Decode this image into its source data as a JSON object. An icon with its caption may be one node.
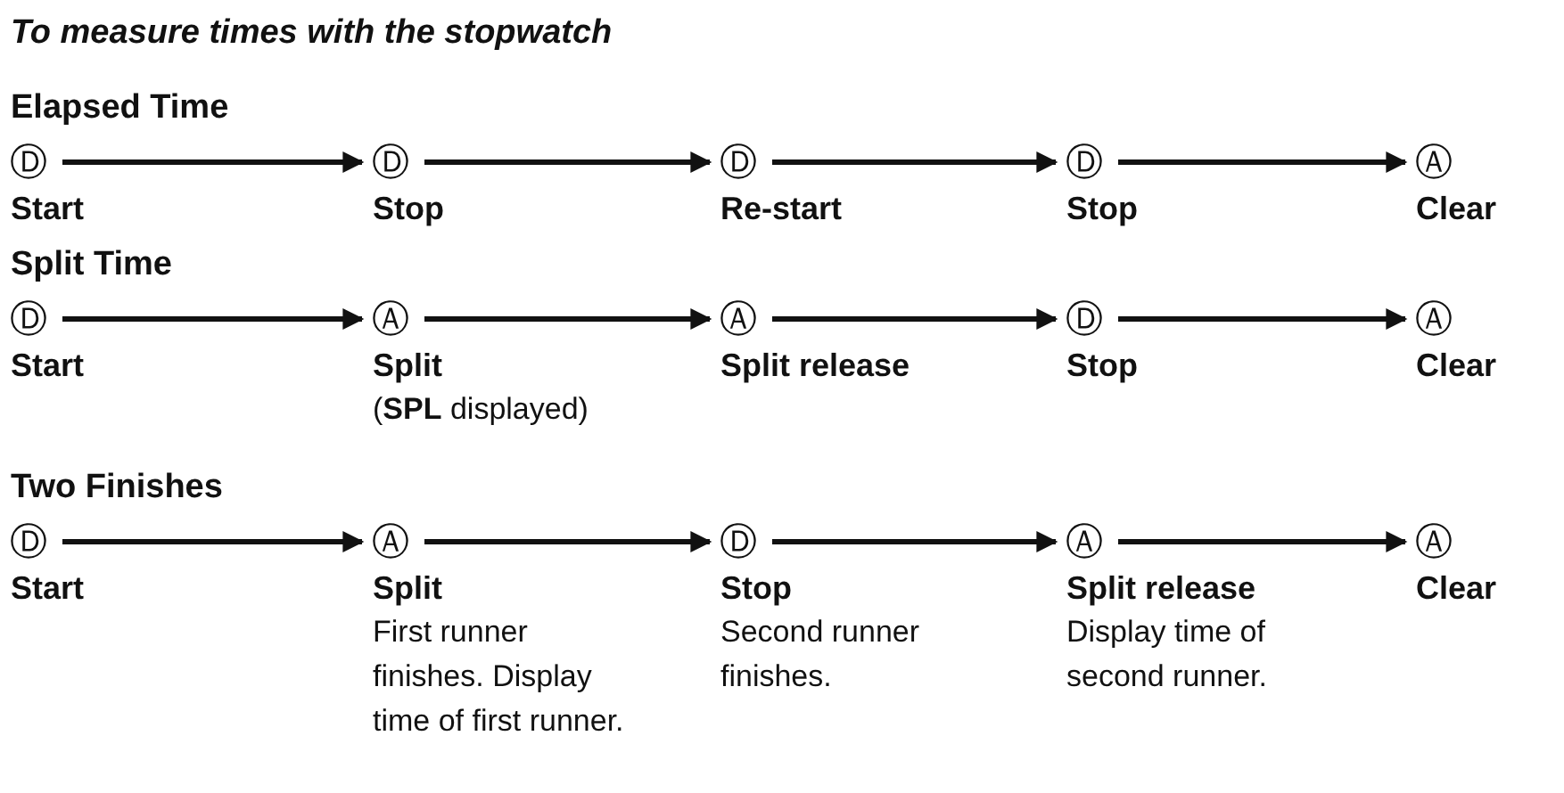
{
  "diagram": {
    "title": "To measure times with the stopwatch",
    "nodes": [
      {
        "text": [
          "Ⓓ"
        ],
        "beside": [
          "Start"
        ]
      },
      {
        "text": [
          "Ⓓ"
        ],
        "beside": [
          "Stop"
        ]
      },
      {
        "text": [
          "Ⓓ"
        ],
        "beside": [
          "Re-start"
        ]
      },
      {
        "text": [
          "Ⓓ"
        ],
        "beside": [
          "Stop"
        ]
      },
      {
        "text": [
          "Ⓐ"
        ],
        "beside": [
          "Clear"
        ]
      },
      {
        "text": [
          "Ⓓ"
        ],
        "beside": [
          "Start"
        ]
      },
      {
        "text": [
          "Ⓐ"
        ],
        "beside": [
          "Split",
          "(**SPL** displayed)"
        ]
      },
      {
        "text": [
          "Ⓐ"
        ],
        "beside": [
          "Split release"
        ]
      },
      {
        "text": [
          "Ⓓ"
        ],
        "beside": [
          "Stop"
        ]
      },
      {
        "text": [
          "Ⓐ"
        ],
        "beside": [
          "Clear"
        ]
      },
      {
        "text": [
          "Ⓓ"
        ],
        "beside": [
          "Start"
        ]
      },
      {
        "text": [
          "Ⓐ"
        ],
        "beside": [
          "Split",
          "First runner finishes. Display time of first runner."
        ]
      },
      {
        "text": [
          "Ⓓ"
        ],
        "beside": [
          "Stop",
          "Second runner finishes."
        ]
      },
      {
        "text": [
          "Ⓐ"
        ],
        "beside": [
          "Split release",
          "Display time of second runner."
        ]
      },
      {
        "text": [
          "Ⓐ"
        ],
        "beside": [
          "Clear"
        ]
      }
    ],
    "edges": [
      {
        "from": 0,
        "to": 1,
        "arrow": "to"
      },
      {
        "from": 1,
        "to": 2,
        "arrow": "to"
      },
      {
        "from": 2,
        "to": 3,
        "arrow": "to"
      },
      {
        "from": 3,
        "to": 4,
        "arrow": "to"
      },
      {
        "from": 5,
        "to": 6,
        "arrow": "to"
      },
      {
        "from": 6,
        "to": 7,
        "arrow": "to"
      },
      {
        "from": 7,
        "to": 8,
        "arrow": "to"
      },
      {
        "from": 8,
        "to": 9,
        "arrow": "to"
      },
      {
        "from": 10,
        "to": 11,
        "arrow": "to"
      },
      {
        "from": 11,
        "to": 12,
        "arrow": "to"
      },
      {
        "from": 12,
        "to": 13,
        "arrow": "to"
      },
      {
        "from": 13,
        "to": 14,
        "arrow": "to"
      }
    ],
    "labels": [
      "Elapsed Time",
      "Split Time",
      "Two Finishes"
    ]
  }
}
